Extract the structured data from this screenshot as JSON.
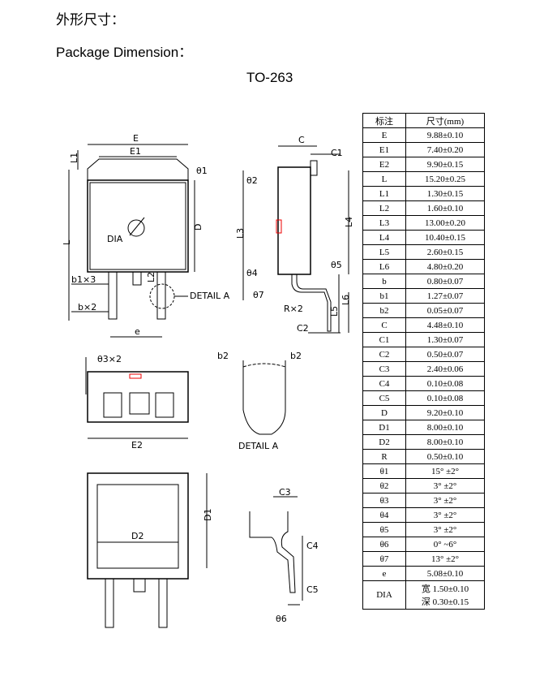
{
  "heading_cn": "外形尺寸：",
  "heading_en": "Package Dimension：",
  "package": "TO-263",
  "table": {
    "headers": [
      "标注",
      "尺寸(mm)"
    ],
    "rows": [
      [
        "E",
        "9.88±0.10"
      ],
      [
        "E1",
        "7.40±0.20"
      ],
      [
        "E2",
        "9.90±0.15"
      ],
      [
        "L",
        "15.20±0.25"
      ],
      [
        "L1",
        "1.30±0.15"
      ],
      [
        "L2",
        "1.60±0.10"
      ],
      [
        "L3",
        "13.00±0.20"
      ],
      [
        "L4",
        "10.40±0.15"
      ],
      [
        "L5",
        "2.60±0.15"
      ],
      [
        "L6",
        "4.80±0.20"
      ],
      [
        "b",
        "0.80±0.07"
      ],
      [
        "b1",
        "1.27±0.07"
      ],
      [
        "b2",
        "0.05±0.07"
      ],
      [
        "C",
        "4.48±0.10"
      ],
      [
        "C1",
        "1.30±0.07"
      ],
      [
        "C2",
        "0.50±0.07"
      ],
      [
        "C3",
        "2.40±0.06"
      ],
      [
        "C4",
        "0.10±0.08"
      ],
      [
        "C5",
        "0.10±0.08"
      ],
      [
        "D",
        "9.20±0.10"
      ],
      [
        "D1",
        "8.00±0.10"
      ],
      [
        "D2",
        "8.00±0.10"
      ],
      [
        "R",
        "0.50±0.10"
      ],
      [
        "θ1",
        "15°  ±2°"
      ],
      [
        "θ2",
        "3°  ±2°"
      ],
      [
        "θ3",
        "3°  ±2°"
      ],
      [
        "θ4",
        "3°  ±2°"
      ],
      [
        "θ5",
        "3°  ±2°"
      ],
      [
        "θ6",
        "0°  ~6°"
      ],
      [
        "θ7",
        "13°  ±2°"
      ],
      [
        "e",
        "5.08±0.10"
      ]
    ],
    "dia": {
      "key": "DIA",
      "width": "宽 1.50±0.10",
      "depth": "深 0.30±0.15"
    }
  },
  "labels": {
    "E": "E",
    "E1": "E1",
    "L1": "L1",
    "t1": "θ1",
    "D": "D",
    "DIA": "DIA",
    "L": "L",
    "L2": "L2",
    "b1": "b1×3",
    "b": "b×2",
    "e": "e",
    "detailA": "DETAIL A",
    "C": "C",
    "C1": "C1",
    "t2": "θ2",
    "L3": "L3",
    "L4": "L4",
    "t4": "θ4",
    "t5": "θ5",
    "t7": "θ7",
    "R": "R×2",
    "L6": "L6",
    "L5": "L5",
    "C2": "C2",
    "t3": "θ3×2",
    "E2": "E2",
    "b2a": "b2",
    "b2b": "b2",
    "detailA2": "DETAIL A",
    "D1": "D1",
    "D2": "D2",
    "C3": "C3",
    "C4": "C4",
    "C5": "C5",
    "t6": "θ6"
  }
}
